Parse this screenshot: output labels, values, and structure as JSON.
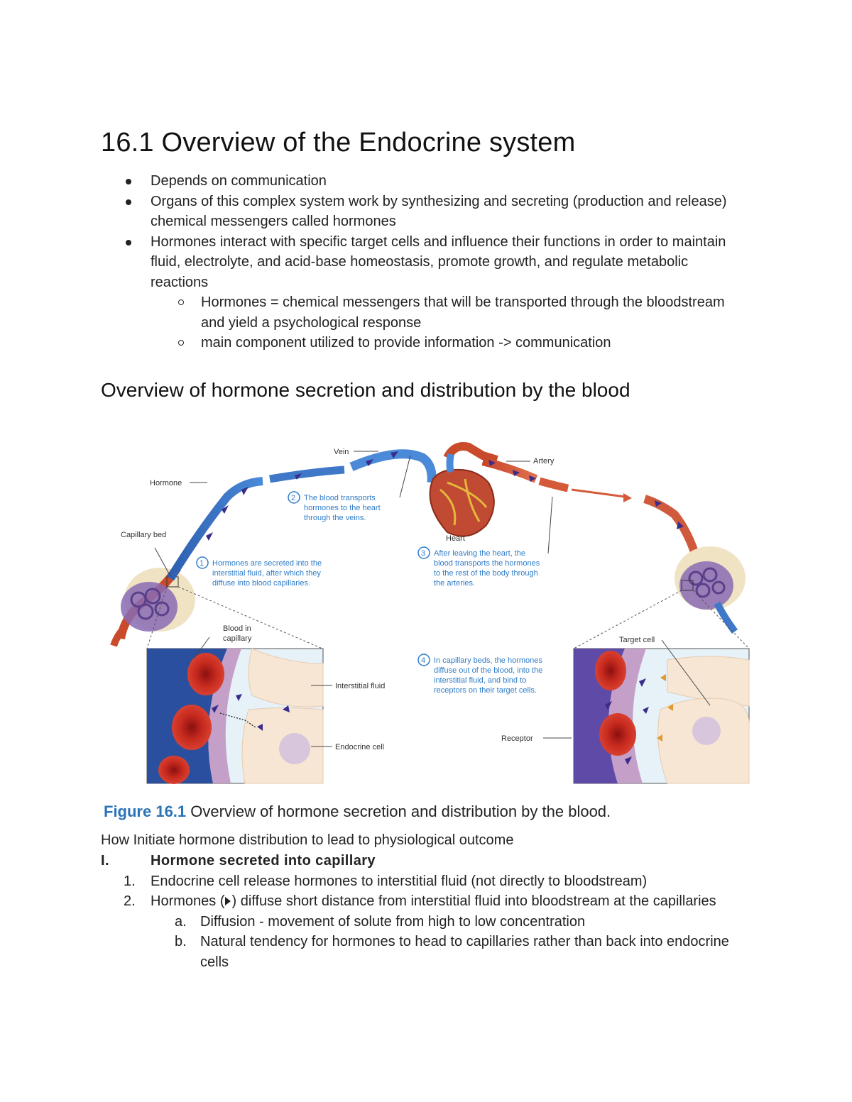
{
  "title": "16.1 Overview of the Endocrine system",
  "bullets": [
    "Depends on communication",
    "Organs of this complex system work by synthesizing and secreting (production and release) chemical messengers called hormones",
    "Hormones interact with specific target cells and influence their functions in order to maintain fluid, electrolyte, and acid-base homeostasis, promote growth, and regulate metabolic reactions"
  ],
  "sub_bullets": [
    "Hormones = chemical messengers that will be transported through the bloodstream and yield a psychological response",
    "main component utilized to provide information -> communication"
  ],
  "section_heading": "Overview of hormone secretion and distribution by the blood",
  "figure": {
    "labels": {
      "vein": "Vein",
      "artery": "Artery",
      "hormone": "Hormone",
      "capillary_bed": "Capillary bed",
      "heart": "Heart",
      "blood_in_capillary": "Blood in",
      "blood_in_capillary_2": "capillary",
      "interstitial_fluid": "Interstitial fluid",
      "endocrine_cell": "Endocrine cell",
      "target_cell": "Target cell",
      "receptor": "Receptor"
    },
    "steps": [
      {
        "num": "1",
        "lines": [
          "Hormones are secreted into the",
          "interstitial fluid, after which they",
          "diffuse into blood capillaries."
        ]
      },
      {
        "num": "2",
        "lines": [
          "The blood transports",
          "hormones to the heart",
          "through the veins."
        ]
      },
      {
        "num": "3",
        "lines": [
          "After leaving the heart, the",
          "blood transports the hormones",
          "to the rest of the body through",
          "the arteries."
        ]
      },
      {
        "num": "4",
        "lines": [
          "In capillary beds, the hormones",
          "diffuse out of the blood, into the",
          "interstitial fluid, and bind to",
          "receptors on their target cells."
        ]
      }
    ],
    "caption_num": "Figure 16.1",
    "caption_text": " Overview of hormone secretion and distribution by the blood."
  },
  "how_line": "How Initiate hormone distribution to lead to physiological outcome",
  "outline": {
    "roman": {
      "marker": "I.",
      "text": "Hormone secreted into capillary"
    },
    "numbered": [
      {
        "marker": "1.",
        "text": "Endocrine cell release hormones to interstitial fluid (not directly to bloodstream)"
      },
      {
        "marker": "2.",
        "text_a": "Hormones (",
        "text_b": ") diffuse short distance from interstitial fluid into bloodstream at the capillaries"
      }
    ],
    "lettered": [
      {
        "marker": "a.",
        "text": "Diffusion - movement of solute from high to low concentration"
      },
      {
        "marker": "b.",
        "text": "Natural tendency for hormones to head to capillaries rather than back into endocrine cells"
      }
    ]
  }
}
